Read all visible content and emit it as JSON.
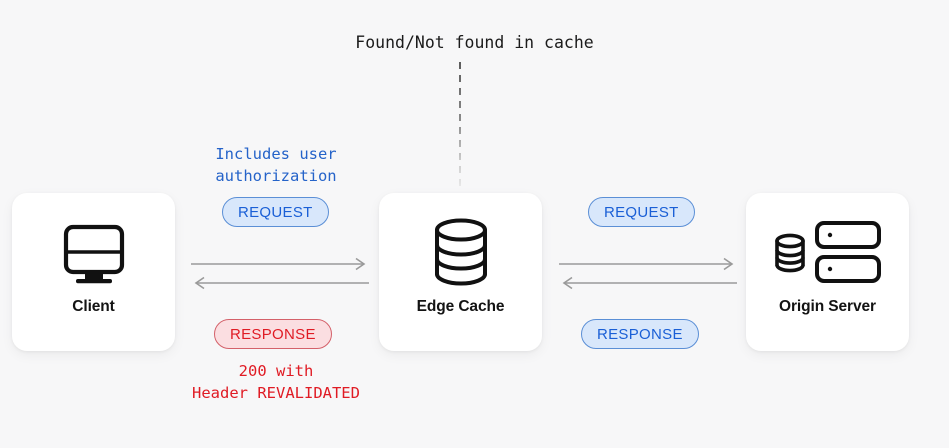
{
  "diagram": {
    "title": "Found/Not found in cache",
    "background_color": "#f7f7f8",
    "divider": {
      "name": "cache-boundary-dashed-line",
      "style": "dashed-vertical"
    },
    "nodes": [
      {
        "id": "client",
        "label": "Client",
        "icon": "desktop-monitor-icon"
      },
      {
        "id": "edge-cache",
        "label": "Edge Cache",
        "icon": "database-cylinder-icon"
      },
      {
        "id": "origin-server",
        "label": "Origin Server",
        "icon": "server-rack-icon"
      }
    ],
    "flows": [
      {
        "id": "client-to-edge",
        "request_pill": "REQUEST",
        "response_pill": "RESPONSE",
        "request_pill_color": "blue",
        "response_pill_color": "red",
        "annotation_above": "Includes user\nauthorization",
        "annotation_above_color": "#2563c9",
        "annotation_below": "200 with\nHeader REVALIDATED",
        "annotation_below_color": "#e01b24",
        "arrows": [
          "right",
          "left"
        ]
      },
      {
        "id": "edge-to-origin",
        "request_pill": "REQUEST",
        "response_pill": "RESPONSE",
        "request_pill_color": "blue",
        "response_pill_color": "blue",
        "annotation_above": "",
        "annotation_below": "",
        "arrows": [
          "right",
          "left"
        ]
      }
    ],
    "colors": {
      "pill_blue_fill": "#d8e7fb",
      "pill_blue_border": "#5b8fd6",
      "pill_blue_text": "#1a5fd6",
      "pill_red_fill": "#fbdee1",
      "pill_red_border": "#d4616a",
      "pill_red_text": "#e01b24",
      "arrow": "#9a9a9a",
      "card": "#ffffff"
    }
  }
}
